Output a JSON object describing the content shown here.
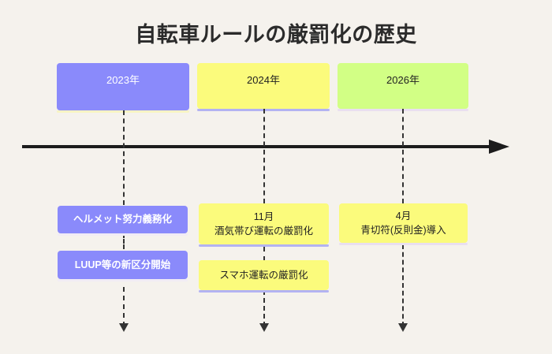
{
  "page": {
    "background_color": "#f5f2ed",
    "title": "自転車ルールの厳罰化の歴史"
  },
  "colors": {
    "purple": "#8a8afb",
    "yellow": "#fbfb7c",
    "green": "#d2ff85",
    "axis": "#1c1c1c",
    "dash": "#333333",
    "strip_lavender": "#b3b3f2",
    "strip_pale_yellow": "#f7f4c4",
    "strip_pale_pink": "#e9dff0",
    "text_dark": "#222222",
    "text_light": "#ffffff"
  },
  "axis": {
    "label": "timeline-arrow",
    "direction": "left-to-right"
  },
  "timeline": {
    "periods": [
      {
        "id": "2023",
        "year_label": "2023年",
        "year_box_color": "#8a8afb",
        "year_text_color": "#ffffff",
        "events": [
          {
            "line1": "ヘルメット努力義務化",
            "line2": "",
            "box_color": "#8a8afb",
            "text_color": "#ffffff",
            "bold": true
          },
          {
            "line1": "LUUP等の新区分開始",
            "line2": "",
            "box_color": "#8a8afb",
            "text_color": "#ffffff",
            "bold": true
          }
        ]
      },
      {
        "id": "2024",
        "year_label": "2024年",
        "year_box_color": "#fbfb7c",
        "year_text_color": "#222222",
        "events": [
          {
            "line1": "11月",
            "line2": "酒気帯び運転の厳罰化",
            "box_color": "#fbfb7c",
            "text_color": "#222222",
            "bold": false
          },
          {
            "line1": "スマホ運転の厳罰化",
            "line2": "",
            "box_color": "#fbfb7c",
            "text_color": "#222222",
            "bold": false
          }
        ]
      },
      {
        "id": "2026",
        "year_label": "2026年",
        "year_box_color": "#d2ff85",
        "year_text_color": "#222222",
        "events": [
          {
            "line1": "4月",
            "line2": "青切符(反則金)導入",
            "box_color": "#fbfb7c",
            "text_color": "#222222",
            "bold": false
          }
        ]
      }
    ]
  }
}
